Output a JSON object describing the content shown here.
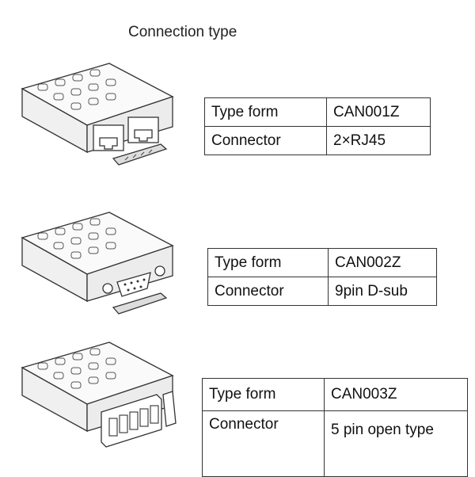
{
  "page": {
    "title": "Connection type"
  },
  "modules": [
    {
      "icon": "rj45-module-icon",
      "type_label": "Type form",
      "type_value": "CAN001Z",
      "connector_label": "Connector",
      "connector_value": "2×RJ45"
    },
    {
      "icon": "dsub-module-icon",
      "type_label": "Type form",
      "type_value": "CAN002Z",
      "connector_label": "Connector",
      "connector_value": "9pin D-sub"
    },
    {
      "icon": "terminal-module-icon",
      "type_label": "Type form",
      "type_value": "CAN003Z",
      "connector_label": "Connector",
      "connector_value": "5 pin open type"
    }
  ]
}
